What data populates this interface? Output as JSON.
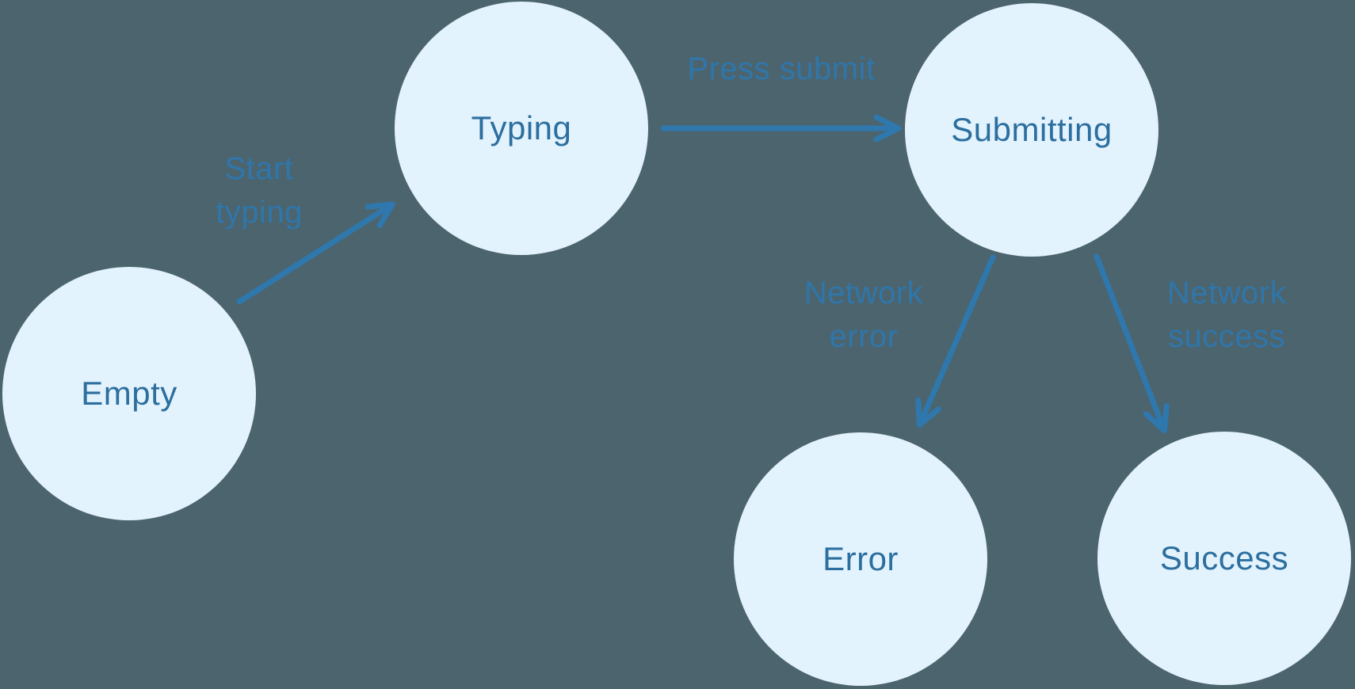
{
  "diagram": {
    "type": "state-machine",
    "nodes": [
      {
        "id": "empty",
        "label": "Empty"
      },
      {
        "id": "typing",
        "label": "Typing"
      },
      {
        "id": "submitting",
        "label": "Submitting"
      },
      {
        "id": "error",
        "label": "Error"
      },
      {
        "id": "success",
        "label": "Success"
      }
    ],
    "edges": [
      {
        "from": "empty",
        "to": "typing",
        "label": "Start typing",
        "lines": [
          "Start",
          "typing"
        ]
      },
      {
        "from": "typing",
        "to": "submitting",
        "label": "Press submit",
        "lines": [
          "Press submit"
        ]
      },
      {
        "from": "submitting",
        "to": "error",
        "label": "Network error",
        "lines": [
          "Network",
          "error"
        ]
      },
      {
        "from": "submitting",
        "to": "success",
        "label": "Network success",
        "lines": [
          "Network",
          "success"
        ]
      }
    ]
  },
  "theme": {
    "background": "#4C646E",
    "node_fill": "#E3F3FD",
    "node_text": "#2C6F9F",
    "arrow": "#2E78AE",
    "edge_label_text": "#2F76AB"
  }
}
